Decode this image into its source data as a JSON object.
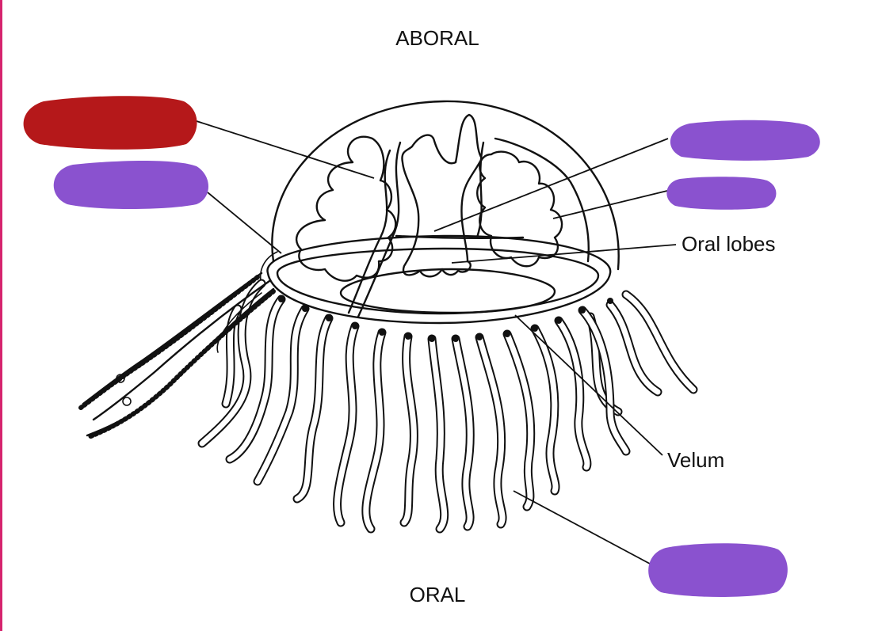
{
  "diagram": {
    "top_label": "ABORAL",
    "bottom_label": "ORAL",
    "labels": {
      "oral_lobes": "Oral lobes",
      "velum": "Velum"
    },
    "colors": {
      "border": "#d6246e",
      "redacted_red": "#b5181a",
      "redacted_purple": "#8a52cf",
      "ink": "#111111"
    }
  }
}
